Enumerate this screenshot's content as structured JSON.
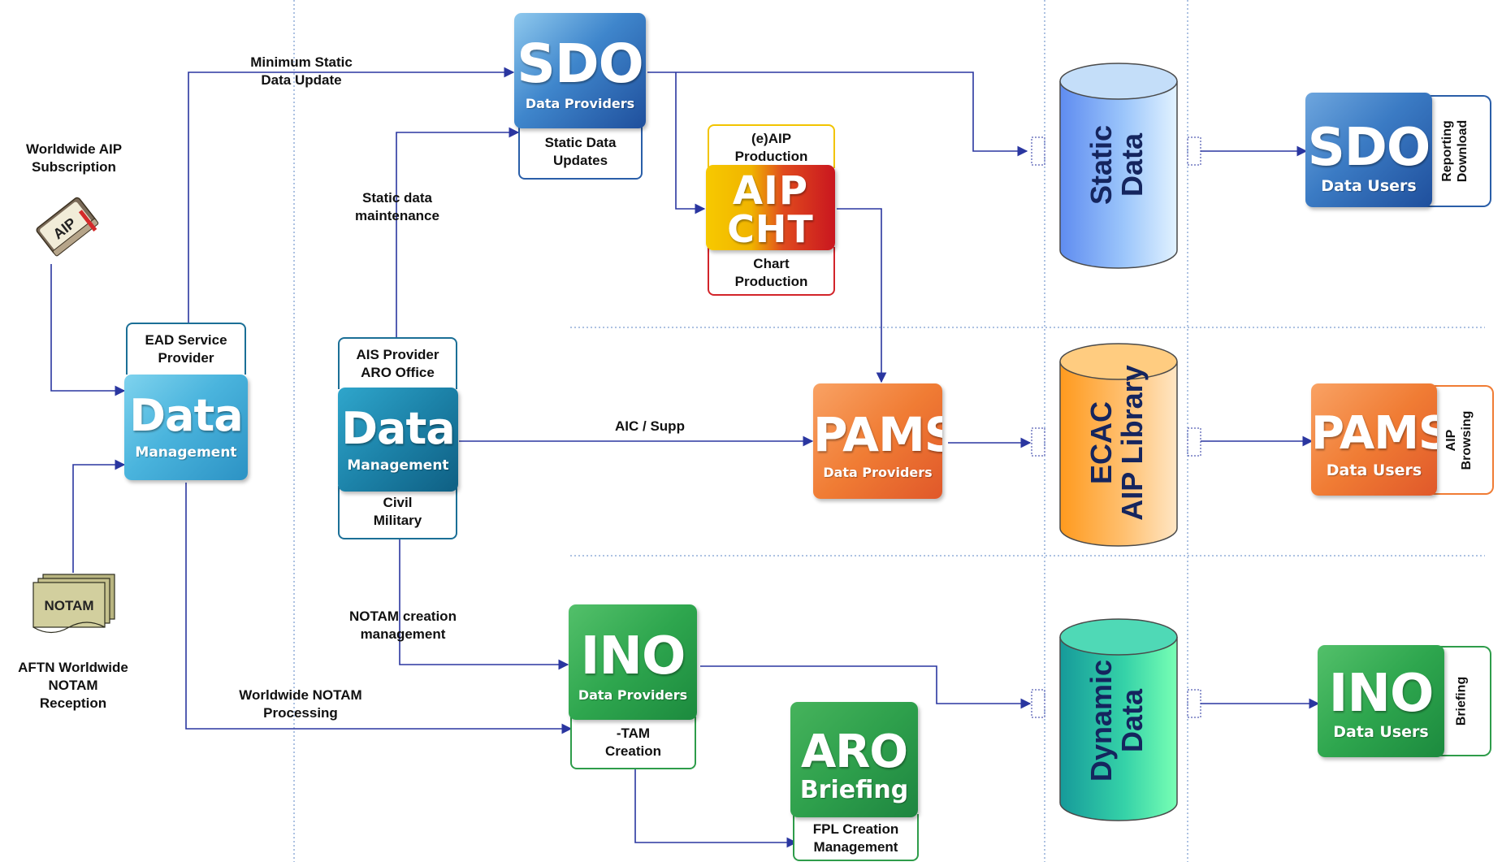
{
  "labels": {
    "worldwide_aip": "Worldwide AIP\nSubscription",
    "aftn": "AFTN Worldwide\nNOTAM\nReception",
    "min_static": "Minimum Static\nData Update",
    "static_maint": "Static data\nmaintenance",
    "aic_supp": "AIC / Supp",
    "notam_creation": "NOTAM creation\nmanagement",
    "worldwide_notam": "Worldwide NOTAM\nProcessing"
  },
  "captions": {
    "ead_service": "EAD Service\nProvider",
    "ais_provider": "AIS Provider\nARO Office",
    "civil_military": "Civil\nMilitary",
    "static_data_updates": "Static Data\nUpdates",
    "eaip_production": "(e)AIP\nProduction",
    "chart_production": "Chart\nProduction",
    "tam_creation": "-TAM\nCreation",
    "fpl_creation": "FPL Creation\nManagement"
  },
  "tiles": {
    "data_mgmt_1": {
      "big": "Data",
      "sub": "Management"
    },
    "data_mgmt_2": {
      "big": "Data",
      "sub": "Management"
    },
    "sdo_providers": {
      "big": "SDO",
      "sub": "Data Providers"
    },
    "aip_cht": {
      "line1": "AIP",
      "line2": "CHT"
    },
    "pams_providers": {
      "big": "PAMS",
      "sub": "Data Providers"
    },
    "ino_providers": {
      "big": "INO",
      "sub": "Data Providers"
    },
    "aro_briefing": {
      "big": "ARO",
      "sub": "Briefing"
    },
    "sdo_users": {
      "big": "SDO",
      "sub": "Data Users"
    },
    "pams_users": {
      "big": "PAMS",
      "sub": "Data Users"
    },
    "ino_users": {
      "big": "INO",
      "sub": "Data Users"
    }
  },
  "side_labels": {
    "sdo_users": "Reporting\nDownload",
    "pams_users": "AIP\nBrowsing",
    "ino_users": "Briefing"
  },
  "databases": {
    "static": "Static\nData",
    "ecac": "ECAC\nAIP Library",
    "dynamic": "Dynamic\nData"
  },
  "icons": {
    "aip_book": "AIP",
    "notam_stack": "NOTAM"
  },
  "colors": {
    "arrow": "#2a36a0",
    "sdo_blue": "#2867b8",
    "data_cyan": "#4cb8dc",
    "data_teal": "#1e7fa2",
    "pams_orange": "#f08a3a",
    "ino_green": "#2ea44e",
    "aip_red": "#d2242a",
    "aip_yellow": "#f7d000"
  }
}
